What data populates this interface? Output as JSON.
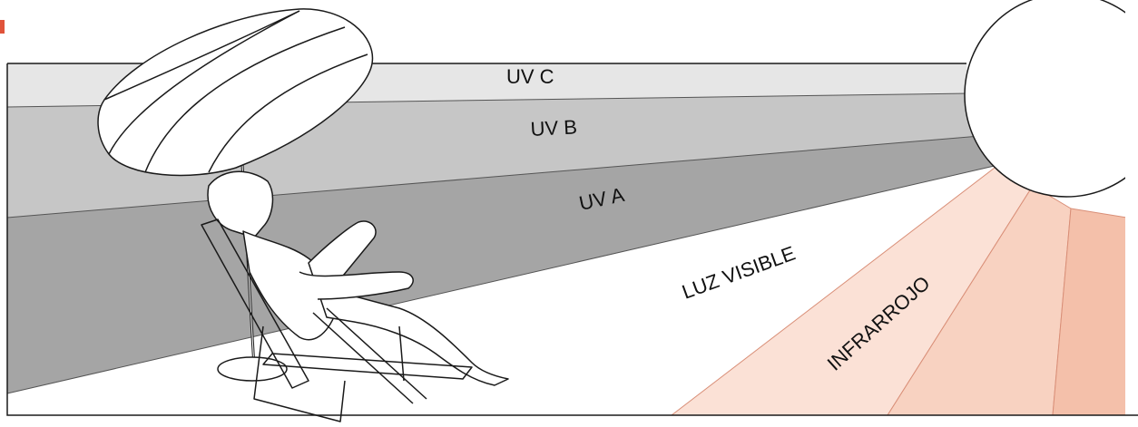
{
  "labels": {
    "uv_c": "UV C",
    "uv_b": "UV B",
    "uv_a": "UV A",
    "visible": "LUZ VISIBLE",
    "infrared": "INFRARROJO"
  },
  "colors": {
    "uv_c": "#e6e6e6",
    "uv_b": "#c6c6c6",
    "uv_a": "#a5a5a5",
    "infrared_light": "#fbe1d6",
    "infrared_mid": "#f8d2c1",
    "infrared_dark": "#f4c0aa",
    "outline": "#1a1a1a",
    "marker": "#e0533a"
  },
  "icons": [
    "sun-icon",
    "beach-umbrella-icon",
    "sunbather-icon",
    "lounge-chair-icon"
  ]
}
